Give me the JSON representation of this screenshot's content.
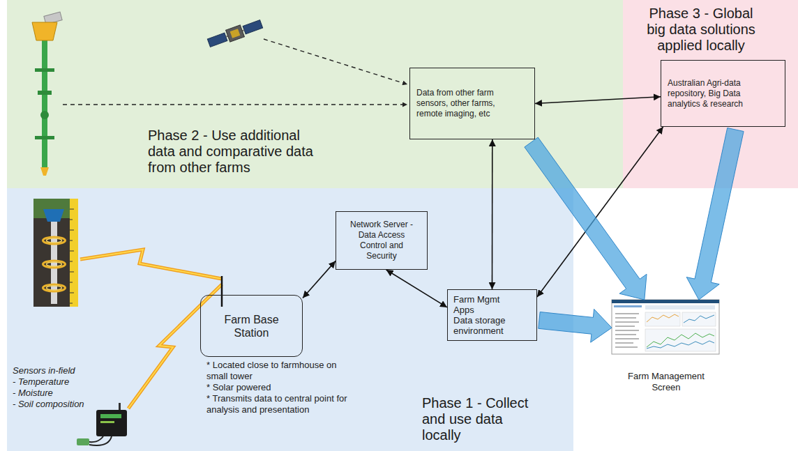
{
  "diagram": {
    "nodes": [
      {
        "text": [
          "Phase 2 - Use additional data and comparative data from other farms"
        ]
      },
      {
        "text": [
          "Data from other farm sensors, other farms, remote imaging, etc"
        ],
        "in": 0
      },
      {
        "text": [
          "Phase 3 - Global big data solutions applied locally"
        ]
      },
      {
        "text": [
          "Australian Agri-data repository, Big Data analytics & research"
        ],
        "in": 2
      },
      {
        "text": [
          "Phase 1 - Collect and use data locally"
        ]
      },
      {
        "text": [
          "Network Server - Data Access Control and Security"
        ],
        "in": 4
      },
      {
        "text": [
          "Farm Base Station"
        ],
        "in": 4
      },
      {
        "text": [
          "Farm Mgmt Apps",
          "Data storage environment"
        ],
        "in": 4
      },
      {
        "text": [
          "Farm Management Screen"
        ]
      }
    ],
    "edges": [
      {
        "from": 1,
        "to": 3,
        "arrow": "both"
      },
      {
        "from": 1,
        "to": 7,
        "arrow": "both"
      },
      {
        "from": 6,
        "to": 5,
        "arrow": "both"
      },
      {
        "from": 5,
        "to": 7,
        "arrow": "both"
      },
      {
        "from": 7,
        "to": 3,
        "arrow": "both"
      },
      {
        "from": 1,
        "to": 8,
        "arrow": "to"
      },
      {
        "from": 3,
        "to": 8,
        "arrow": "to"
      },
      {
        "from": 7,
        "to": 8,
        "arrow": "to"
      }
    ],
    "labels": [
      "Sensors in-field",
      "- Temperature",
      "- Moisture",
      "- Soil composition",
      "* Located close to farmhouse on small tower",
      "* Solar powered",
      "* Transmits data to central point for analysis and presentation"
    ]
  }
}
